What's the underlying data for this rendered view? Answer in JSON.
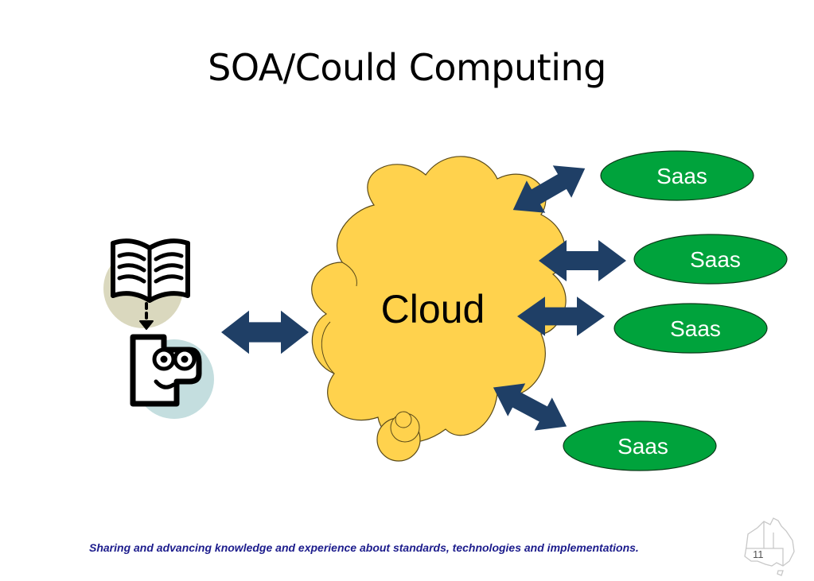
{
  "title": "SOA/Could Computing",
  "cloud": {
    "label": "Cloud",
    "fill": "#FFD24D",
    "stroke": "#5a4a1a"
  },
  "services": [
    {
      "label": "Saas"
    },
    {
      "label": "Saas"
    },
    {
      "label": "Saas"
    },
    {
      "label": "Saas"
    }
  ],
  "colors": {
    "saas_fill": "#00A33C",
    "arrow_fill": "#1F3F66",
    "footer_text": "#1c1c8c",
    "book_circle": "#DAD8BE",
    "face_circle": "#C4DEDF"
  },
  "icons": [
    "book-icon",
    "face-icon",
    "australia-map-icon"
  ],
  "footer": {
    "tagline": "Sharing and advancing knowledge and experience about standards, technologies and implementations.",
    "page_number": "11"
  }
}
